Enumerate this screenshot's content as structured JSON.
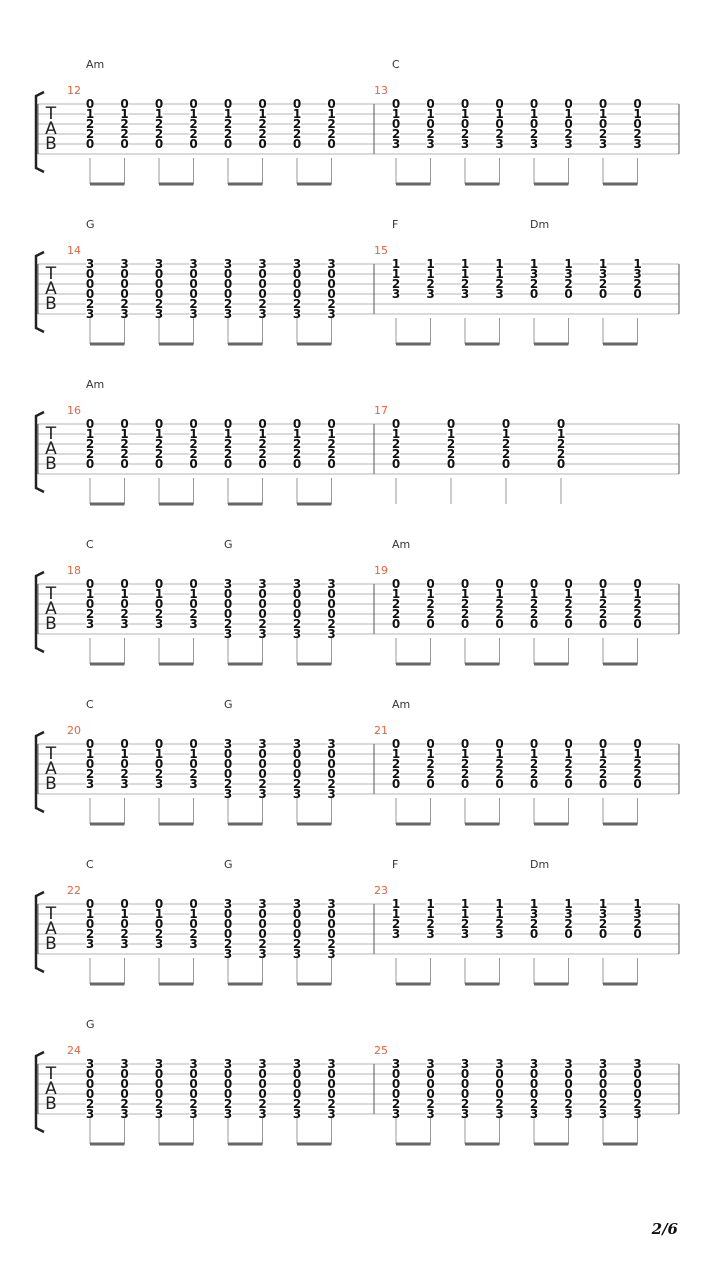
{
  "page_number": "2/6",
  "clef": [
    "T",
    "A",
    "B"
  ],
  "chord_shapes": {
    "Am": [
      "0",
      "1",
      "2",
      "2",
      "0"
    ],
    "C": [
      "0",
      "1",
      "0",
      "2",
      "3"
    ],
    "C6": [
      "0",
      "1",
      "0",
      "2",
      "3",
      ""
    ],
    "G6": [
      "3",
      "0",
      "0",
      "0",
      "2",
      "3"
    ],
    "G4": [
      "3",
      "0",
      "0",
      "0",
      "",
      ""
    ],
    "F": [
      "1",
      "1",
      "2",
      "3",
      ""
    ],
    "Dm": [
      "1",
      "3",
      "2",
      "0",
      ""
    ]
  },
  "systems": [
    {
      "measures": [
        {
          "number": "12",
          "chords": [
            {
              "name": "Am",
              "at": 0
            }
          ],
          "beats": [
            "Am",
            "Am",
            "Am",
            "Am",
            "Am",
            "Am",
            "Am",
            "Am"
          ],
          "beams": [
            [
              0,
              1
            ],
            [
              2,
              3
            ],
            [
              4,
              5
            ],
            [
              6,
              7
            ]
          ]
        },
        {
          "number": "13",
          "chords": [
            {
              "name": "C",
              "at": 0
            }
          ],
          "beats": [
            "C",
            "C",
            "C",
            "C",
            "C",
            "C",
            "C",
            "C"
          ],
          "beams": [
            [
              0,
              1
            ],
            [
              2,
              3
            ],
            [
              4,
              5
            ],
            [
              6,
              7
            ]
          ]
        }
      ]
    },
    {
      "measures": [
        {
          "number": "14",
          "chords": [
            {
              "name": "G",
              "at": 0
            }
          ],
          "beats": [
            "G6",
            "G6",
            "G6",
            "G6",
            "G6",
            "G6",
            "G6",
            "G6"
          ],
          "beams": [
            [
              0,
              1
            ],
            [
              2,
              3
            ],
            [
              4,
              5
            ],
            [
              6,
              7
            ]
          ]
        },
        {
          "number": "15",
          "chords": [
            {
              "name": "F",
              "at": 0
            },
            {
              "name": "Dm",
              "at": 4
            }
          ],
          "beats": [
            "F",
            "F",
            "F",
            "F",
            "Dm",
            "Dm",
            "Dm",
            "Dm"
          ],
          "beams": [
            [
              0,
              1
            ],
            [
              2,
              3
            ],
            [
              4,
              5
            ],
            [
              6,
              7
            ]
          ]
        }
      ]
    },
    {
      "measures": [
        {
          "number": "16",
          "chords": [
            {
              "name": "Am",
              "at": 0
            }
          ],
          "beats": [
            "Am",
            "Am",
            "Am",
            "Am",
            "Am",
            "Am",
            "Am",
            "Am"
          ],
          "beams": [
            [
              0,
              1
            ],
            [
              2,
              3
            ],
            [
              4,
              5
            ],
            [
              6,
              7
            ]
          ]
        },
        {
          "number": "17",
          "chords": [],
          "beats": [
            "Am",
            "Am",
            "Am",
            "Am"
          ],
          "beams": []
        }
      ]
    },
    {
      "measures": [
        {
          "number": "18",
          "chords": [
            {
              "name": "C",
              "at": 0
            },
            {
              "name": "G",
              "at": 4
            }
          ],
          "beats": [
            "C",
            "C",
            "C",
            "C",
            "G6",
            "G6",
            "G6",
            "G6"
          ],
          "beams": [
            [
              0,
              1
            ],
            [
              2,
              3
            ],
            [
              4,
              5
            ],
            [
              6,
              7
            ]
          ]
        },
        {
          "number": "19",
          "chords": [
            {
              "name": "Am",
              "at": 0
            }
          ],
          "beats": [
            "Am",
            "Am",
            "Am",
            "Am",
            "Am",
            "Am",
            "Am",
            "Am"
          ],
          "beams": [
            [
              0,
              1
            ],
            [
              2,
              3
            ],
            [
              4,
              5
            ],
            [
              6,
              7
            ]
          ]
        }
      ]
    },
    {
      "measures": [
        {
          "number": "20",
          "chords": [
            {
              "name": "C",
              "at": 0
            },
            {
              "name": "G",
              "at": 4
            }
          ],
          "beats": [
            "C",
            "C",
            "C",
            "C",
            "G6",
            "G6",
            "G6",
            "G6"
          ],
          "beams": [
            [
              0,
              1
            ],
            [
              2,
              3
            ],
            [
              4,
              5
            ],
            [
              6,
              7
            ]
          ]
        },
        {
          "number": "21",
          "chords": [
            {
              "name": "Am",
              "at": 0
            }
          ],
          "beats": [
            "Am",
            "Am",
            "Am",
            "Am",
            "Am",
            "Am",
            "Am",
            "Am"
          ],
          "beams": [
            [
              0,
              1
            ],
            [
              2,
              3
            ],
            [
              4,
              5
            ],
            [
              6,
              7
            ]
          ]
        }
      ]
    },
    {
      "measures": [
        {
          "number": "22",
          "chords": [
            {
              "name": "C",
              "at": 0
            },
            {
              "name": "G",
              "at": 4
            }
          ],
          "beats": [
            "C",
            "C",
            "C",
            "C",
            "G6",
            "G6",
            "G6",
            "G6"
          ],
          "beams": [
            [
              0,
              1
            ],
            [
              2,
              3
            ],
            [
              4,
              5
            ],
            [
              6,
              7
            ]
          ]
        },
        {
          "number": "23",
          "chords": [
            {
              "name": "F",
              "at": 0
            },
            {
              "name": "Dm",
              "at": 4
            }
          ],
          "beats": [
            "F",
            "F",
            "F",
            "F",
            "Dm",
            "Dm",
            "Dm",
            "Dm"
          ],
          "beams": [
            [
              0,
              1
            ],
            [
              2,
              3
            ],
            [
              4,
              5
            ],
            [
              6,
              7
            ]
          ]
        }
      ]
    },
    {
      "measures": [
        {
          "number": "24",
          "chords": [
            {
              "name": "G",
              "at": 0
            }
          ],
          "beats": [
            "G6",
            "G6",
            "G6",
            "G6",
            "G6",
            "G6",
            "G6",
            "G6"
          ],
          "beams": [
            [
              0,
              1
            ],
            [
              2,
              3
            ],
            [
              4,
              5
            ],
            [
              6,
              7
            ]
          ]
        },
        {
          "number": "25",
          "chords": [],
          "beats": [
            "G6",
            "G6",
            "G6",
            "G6",
            "G6",
            "G6",
            "G6",
            "G6"
          ],
          "beams": [
            [
              0,
              1
            ],
            [
              2,
              3
            ],
            [
              4,
              5
            ],
            [
              6,
              7
            ]
          ]
        }
      ]
    }
  ],
  "colors": {
    "measure_number": "#e8633a",
    "chord_name": "#333333",
    "staff_line": "#b5b5b5",
    "fret_text": "#111111",
    "beam": "#666666",
    "stem": "#999999",
    "clef": "#222222"
  }
}
